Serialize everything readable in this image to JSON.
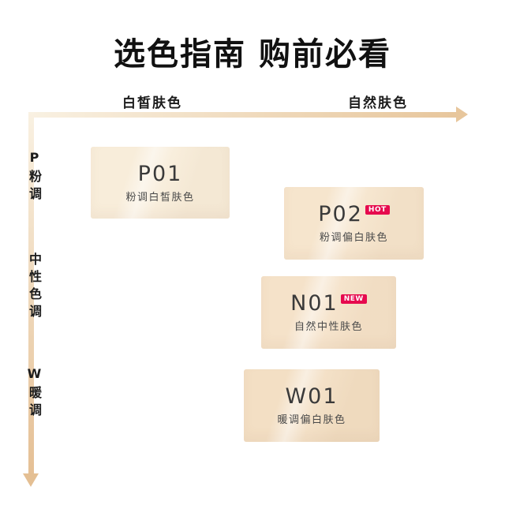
{
  "title": "选色指南 购前必看",
  "axes": {
    "horizontal": {
      "left_label": "白皙肤色",
      "right_label": "自然肤色"
    },
    "vertical": {
      "top_label": "P粉调",
      "middle_label": "中性色调",
      "bottom_label": "W暖调"
    }
  },
  "swatches": [
    {
      "code": "P01",
      "badge": "",
      "desc": "粉调白皙肤色",
      "color": "#f8edda"
    },
    {
      "code": "P02",
      "badge": "HOT",
      "desc": "粉调偏白肤色",
      "color": "#f6e5cd"
    },
    {
      "code": "N01",
      "badge": "NEW",
      "desc": "自然中性肤色",
      "color": "#f5e2c9"
    },
    {
      "code": "W01",
      "badge": "",
      "desc": "暖调偏白肤色",
      "color": "#f3dfc4"
    }
  ],
  "colors": {
    "badge_bg": "#e60a4e",
    "axis_gradient_start": "#f9f1e2",
    "axis_gradient_end": "#e7c69c",
    "title_text": "#111111"
  }
}
